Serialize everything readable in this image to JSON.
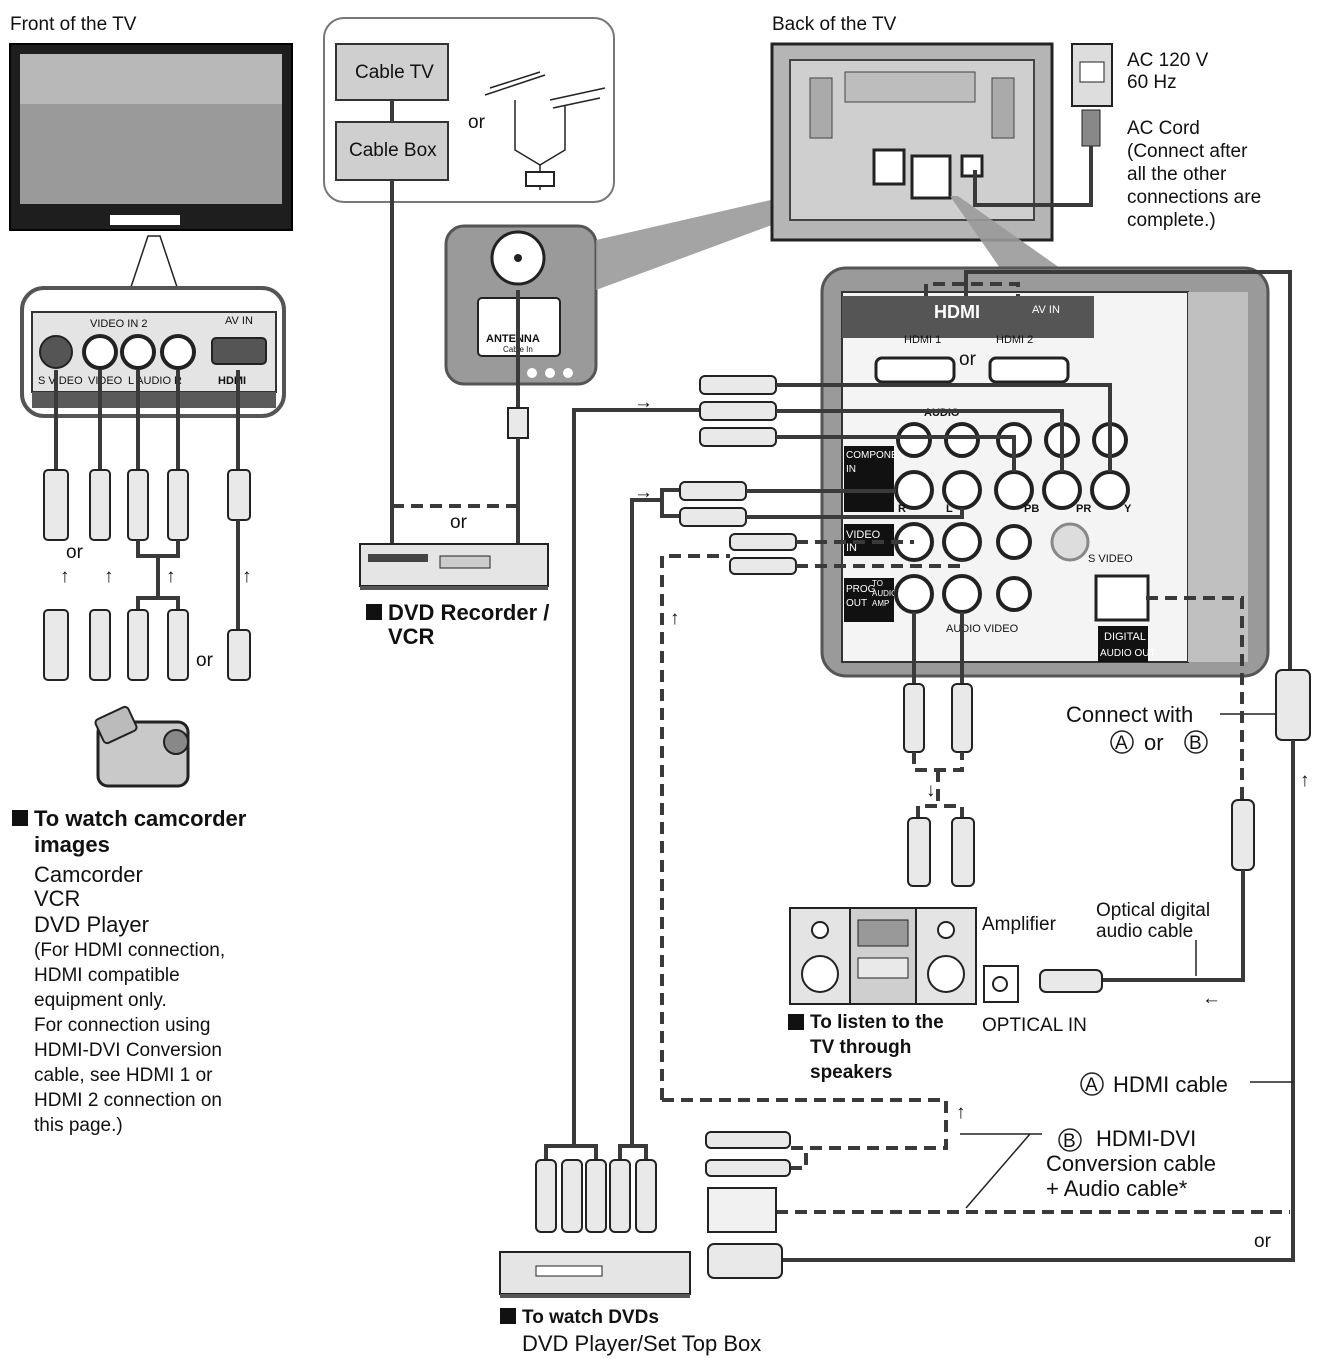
{
  "labels": {
    "front_tv": "Front of the TV",
    "back_tv": "Back of the TV",
    "cable_tv": "Cable TV",
    "cable_box": "Cable Box",
    "or": "or",
    "ac_power_1": "AC 120 V",
    "ac_power_2": "60 Hz",
    "ac_cord_1": "AC Cord",
    "ac_cord_2": "(Connect after",
    "ac_cord_3": "all the other",
    "ac_cord_4": "connections are",
    "ac_cord_5": "complete.)",
    "hdmi_logo": "HDMI",
    "av_in": "AV IN",
    "hdmi1": "HDMI 1",
    "hdmi2": "HDMI 2",
    "audio": "AUDIO",
    "component_in_1": "COMPONENT",
    "component_in_2": "IN",
    "video_in_1": "VIDEO",
    "video_in_2": "IN",
    "prog_out_1": "PROG",
    "prog_out_2": "OUT",
    "to_audio_amp_1": "TO",
    "to_audio_amp_2": "AUDIO",
    "to_audio_amp_3": "AMP",
    "s_video": "S VIDEO",
    "audio_video": "AUDIO VIDEO",
    "digital_audio_out_1": "DIGITAL",
    "digital_audio_out_2": "AUDIO OUT",
    "r": "R",
    "l": "L",
    "pb": "PB",
    "pr": "PR",
    "y": "Y",
    "antenna": "ANTENNA",
    "cable_in": "Cable In",
    "video_in2": "VIDEO IN 2",
    "front_av_in": "AV IN",
    "front_svideo": "S VIDEO",
    "front_video": "VIDEO",
    "front_audio": "L AUDIO R",
    "front_hdmi": "HDMI",
    "dvd_recorder_1": "DVD Recorder /",
    "dvd_recorder_2": "VCR",
    "camcorder_title_1": "To watch camcorder",
    "camcorder_title_2": "images",
    "camcorder_list": [
      "Camcorder",
      "VCR",
      "DVD Player"
    ],
    "camcorder_note": [
      "(For HDMI connection,",
      "HDMI compatible",
      "equipment only.",
      "For connection using",
      "HDMI-DVI Conversion",
      "cable, see HDMI 1 or",
      "HDMI 2 connection on",
      "this page.)"
    ],
    "connect_with": "Connect with",
    "a": "A",
    "b": "B",
    "amplifier": "Amplifier",
    "optical_cable_1": "Optical digital",
    "optical_cable_2": "audio cable",
    "optical_in": "OPTICAL IN",
    "listen_1": "To listen to the",
    "listen_2": "TV through",
    "listen_3": "speakers",
    "hdmi_cable": "HDMI cable",
    "hdmi_dvi_1": "HDMI-DVI",
    "hdmi_dvi_2": "Conversion cable",
    "hdmi_dvi_3": "+ Audio cable*",
    "dvd_title": "To watch DVDs",
    "dvd_sub": "DVD Player/Set Top Box"
  }
}
